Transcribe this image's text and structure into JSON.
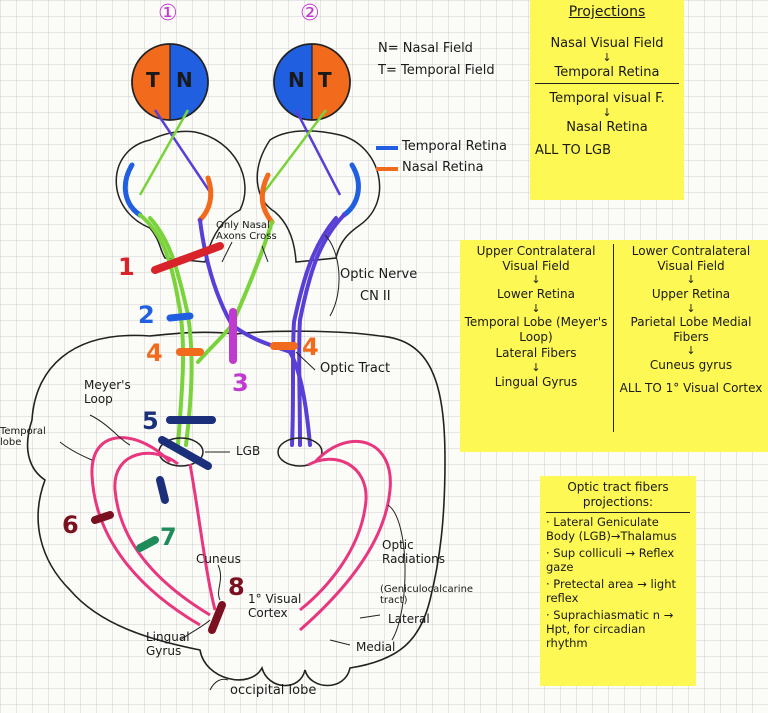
{
  "colors": {
    "paper": "#fbfbf7",
    "grid": "#bcbcbc",
    "sticky": "#fdf853",
    "orange": "#f26b1d",
    "blue": "#1f5fe0",
    "green": "#7ad33a",
    "purple": "#5a3fd6",
    "pink": "#e8377e",
    "red": "#d8232a",
    "magenta": "#c13ad0",
    "navy": "#1c2f7a",
    "maroon": "#7a1020",
    "teal": "#1f8a5a"
  },
  "eyes": {
    "left_number": "①",
    "right_number": "②",
    "left_fields": [
      "T",
      "N"
    ],
    "right_fields": [
      "N",
      "T"
    ]
  },
  "legend": {
    "nasal_field": "N= Nasal Field",
    "temporal_field": "T= Temporal Field",
    "temporal_retina": "Temporal Retina",
    "nasal_retina": "Nasal Retina"
  },
  "projections_note": {
    "title": "Projections",
    "line1": "Nasal Visual Field",
    "line2": "Temporal Retina",
    "line3": "Temporal visual F.",
    "line4": "Nasal Retina",
    "line5": "ALL TO LGB"
  },
  "field_note": {
    "upper": {
      "title": "Upper Contralateral Visual Field",
      "step1": "Lower Retina",
      "step2": "Temporal Lobe (Meyer's Loop)",
      "step3": "Lateral Fibers",
      "step4": "Lingual Gyrus"
    },
    "lower": {
      "title": "Lower Contralateral Visual Field",
      "step1": "Upper Retina",
      "step2": "Parietal Lobe Medial Fibers",
      "step3": "Cuneus gyrus",
      "step4": "ALL TO 1° Visual Cortex"
    }
  },
  "tract_note": {
    "title": "Optic tract fibers projections:",
    "items": [
      "· Lateral Geniculate Body (LGB)→Thalamus",
      "· Sup colliculi → Reflex gaze",
      "· Pretectal area → light reflex",
      "· Suprachiasmatic n → Hpt, for circadian rhythm"
    ]
  },
  "labels": {
    "nasal_axons": "Only Nasal Axons Cross",
    "optic_nerve": "Optic Nerve",
    "cn2": "CN II",
    "optic_tract": "Optic Tract",
    "meyers_loop": "Meyer's Loop",
    "temporal_lobe": "Temporal lobe",
    "lgb": "LGB",
    "cuneus": "Cuneus",
    "visual_cortex": "1° Visual Cortex",
    "lingual_gyrus": "Lingual Gyrus",
    "optic_radiations": "Optic Radiations",
    "geniculocalcarine": "(Geniculocalcarine tract)",
    "lateral": "Lateral",
    "medial": "Medial",
    "occipital_lobe": "occipital lobe"
  },
  "lesions": [
    "1",
    "2",
    "3",
    "4",
    "4",
    "5",
    "6",
    "7",
    "8"
  ]
}
